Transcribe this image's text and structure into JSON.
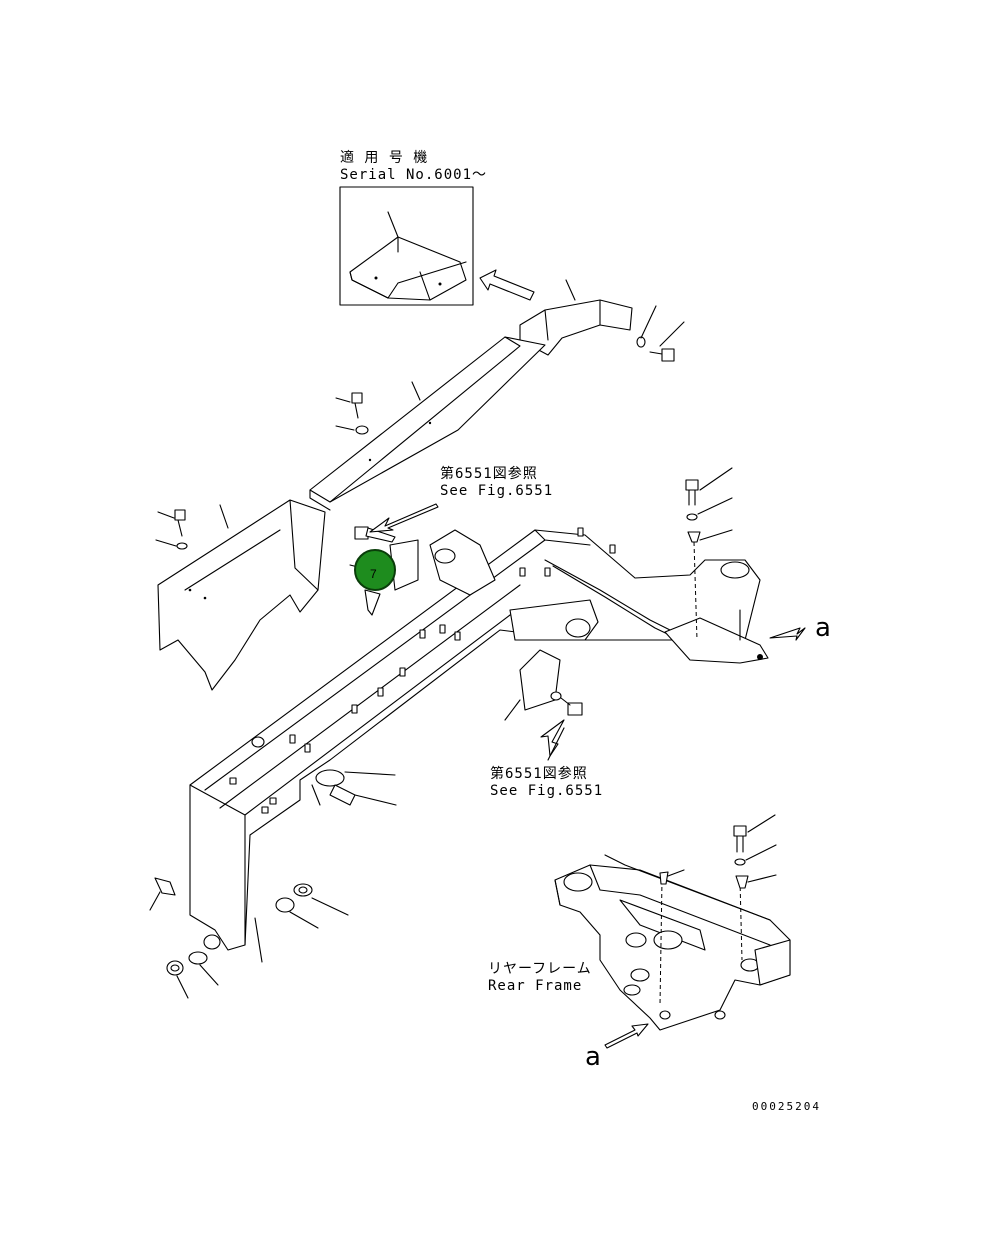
{
  "labels": {
    "serial_jp": "適 用 号 機",
    "serial_en": "Serial No.6001～",
    "ref1_jp": "第6551図参照",
    "ref1_en": "See Fig.6551",
    "ref2_jp": "第6551図参照",
    "ref2_en": "See Fig.6551",
    "rear_frame_jp": "リヤーフレーム",
    "rear_frame_en": "Rear Frame",
    "view_a_right": "a",
    "view_a_bottom": "a",
    "drawing_number": "00025204"
  },
  "callout": {
    "number": "7",
    "color": "#1e8c1e"
  }
}
